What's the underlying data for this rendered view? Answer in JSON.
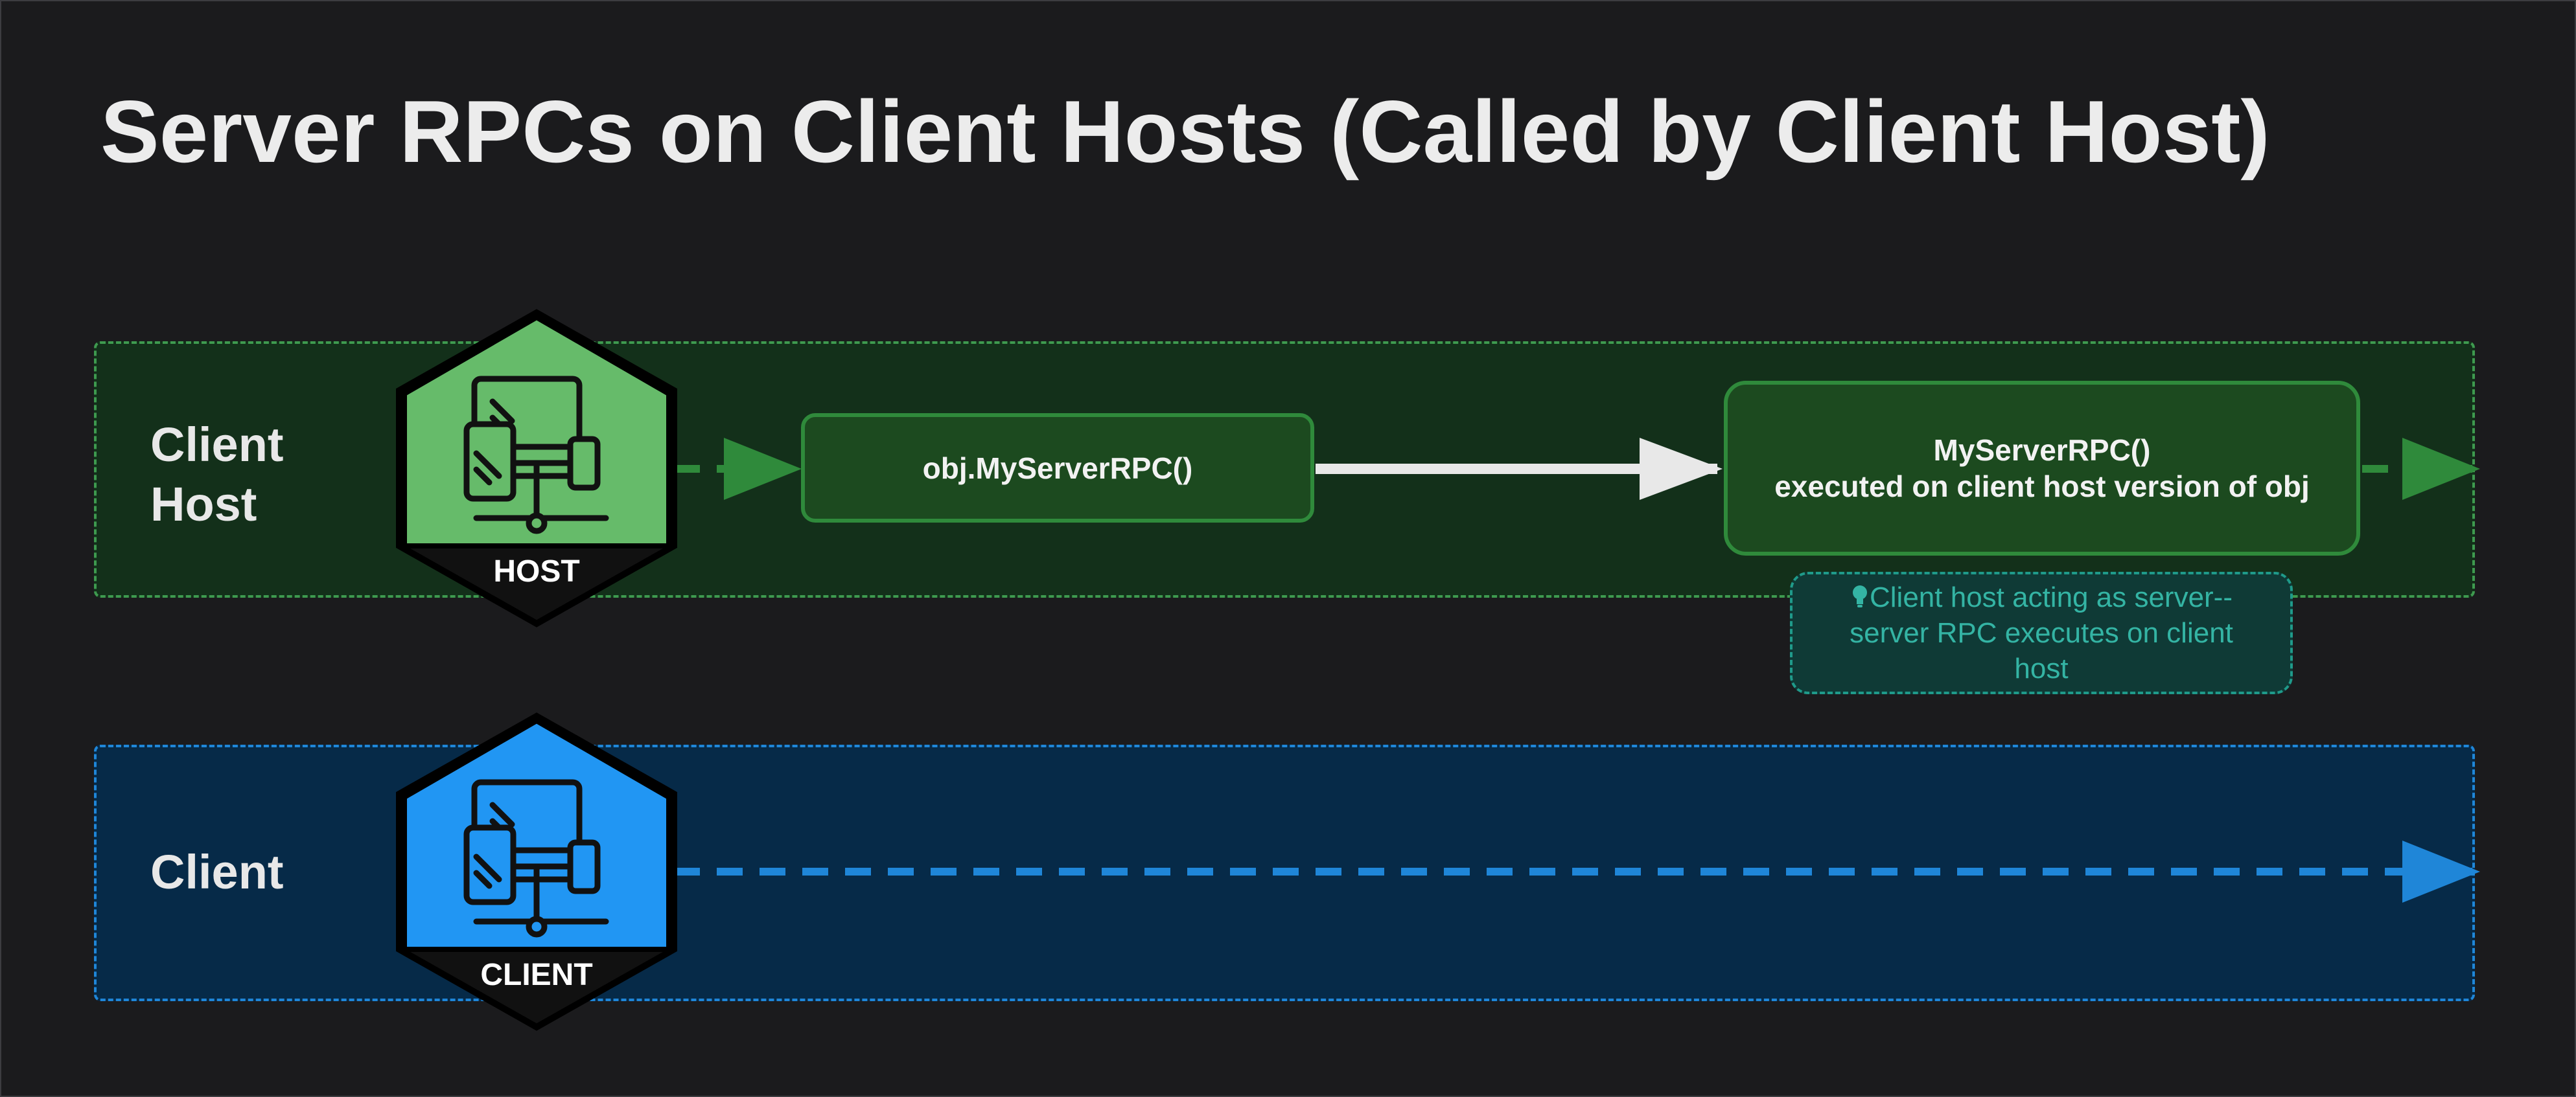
{
  "title": "Server RPCs on Client Hosts (Called by Client Host)",
  "lanes": {
    "host": {
      "label": "Client\nHost",
      "color": "#3e9a4f"
    },
    "client": {
      "label": "Client",
      "color": "#1f86d8"
    }
  },
  "badges": {
    "host": {
      "text": "HOST",
      "color": "#66bb6a",
      "icon": "devices-icon"
    },
    "client": {
      "text": "CLIENT",
      "color": "#2196f3",
      "icon": "devices-icon"
    }
  },
  "boxes": {
    "call": {
      "text": "obj.MyServerRPC()"
    },
    "exec": {
      "line1": "MyServerRPC()",
      "line2": "executed on client host version of obj"
    }
  },
  "note": {
    "icon": "lightbulb-icon",
    "line1": "Client host acting as server--",
    "line2": "server RPC executes on client",
    "line3": "host"
  }
}
